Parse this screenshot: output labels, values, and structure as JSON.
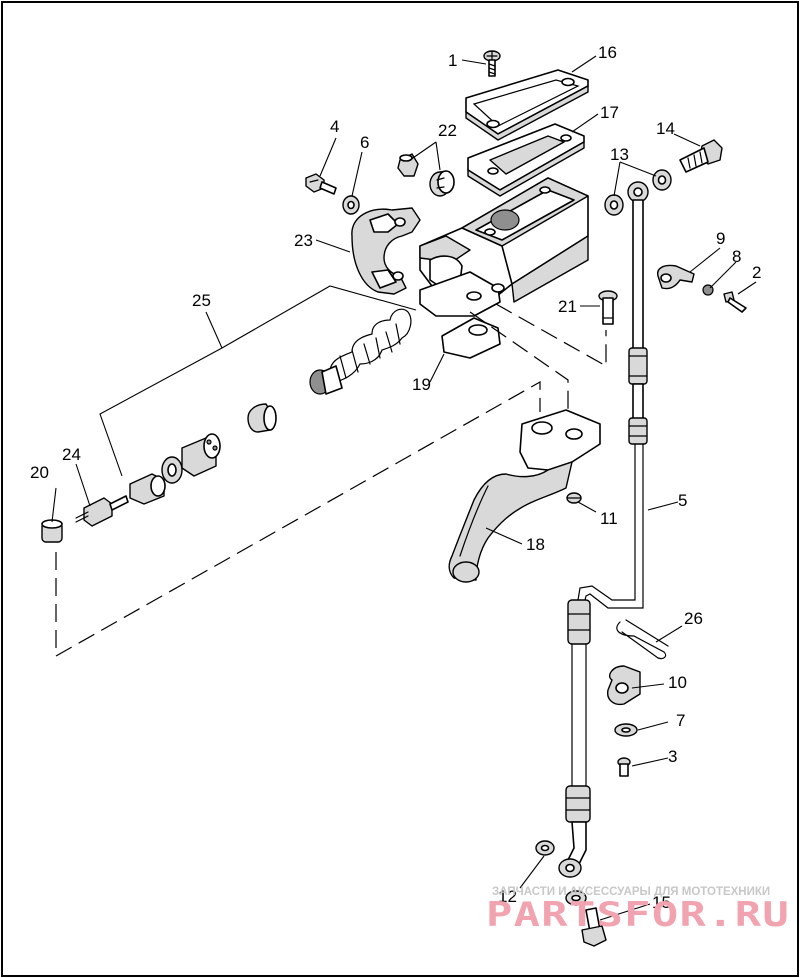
{
  "diagram": {
    "callouts": [
      "1",
      "2",
      "3",
      "4",
      "5",
      "6",
      "7",
      "8",
      "9",
      "10",
      "11",
      "12",
      "13",
      "14",
      "15",
      "16",
      "17",
      "18",
      "19",
      "20",
      "21",
      "22",
      "23",
      "24",
      "25",
      "26"
    ]
  },
  "watermark": {
    "caption": "ЗАПЧАСТИ И АКСЕССУАРЫ ДЛЯ МОТОТЕХНИКИ",
    "logo": "PARTSFOR.RU"
  },
  "colors": {
    "line": "#000000",
    "shade": "#d9d9d9",
    "watermark": "#f2a3b0"
  }
}
